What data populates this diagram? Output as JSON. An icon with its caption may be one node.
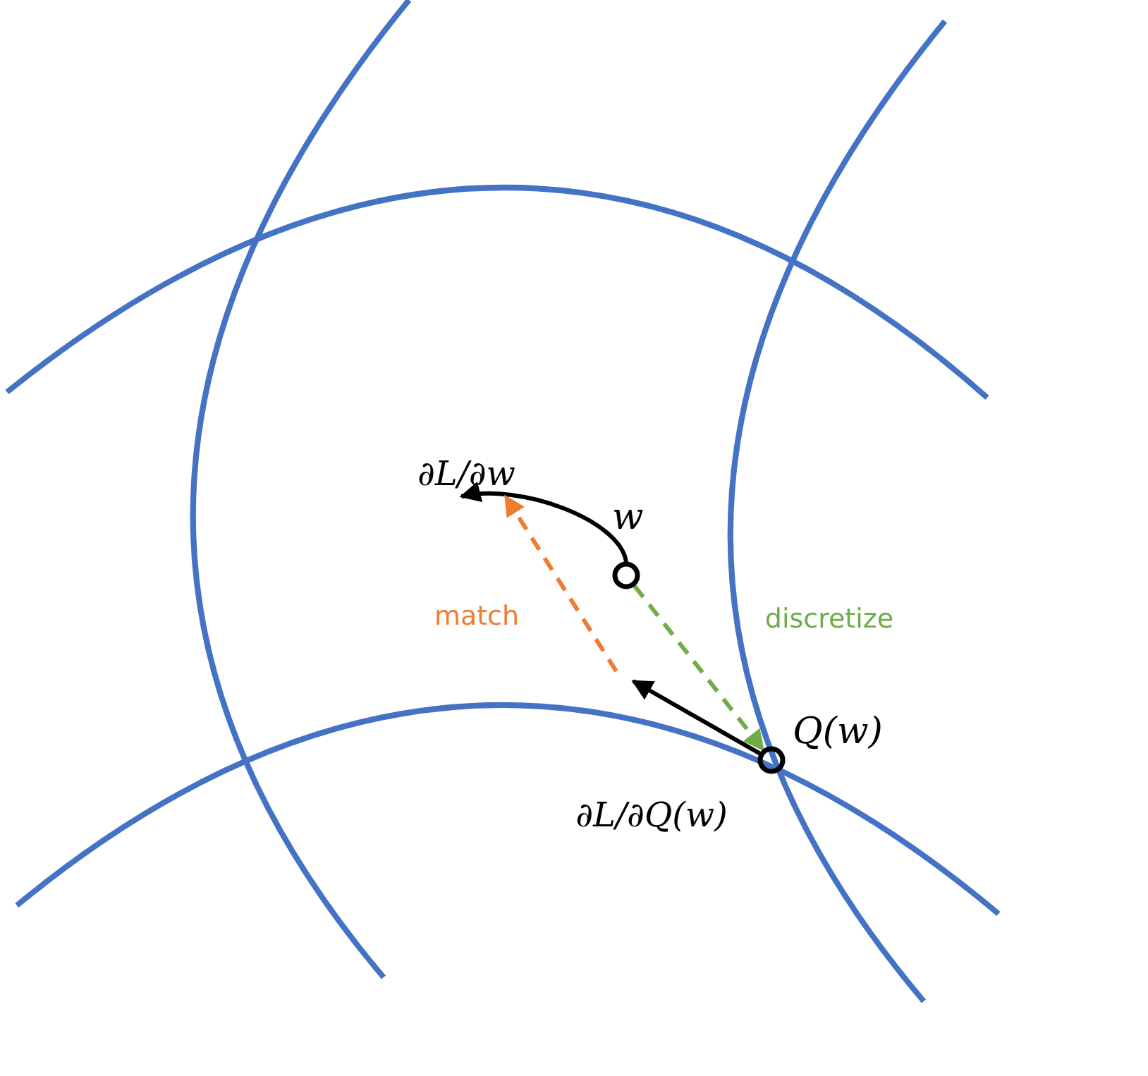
{
  "diagram": {
    "nodes": [
      {
        "text": [
          "w"
        ]
      },
      {
        "text": [
          "Q(w)"
        ]
      },
      {
        "text": [
          "∂L/∂w"
        ]
      }
    ],
    "edges": [
      {
        "from": 0,
        "to": 2,
        "arrow": "to"
      },
      {
        "from": 1,
        "to": null,
        "arrow": "to",
        "label": "∂L/∂Q(w)"
      },
      {
        "from": null,
        "to": 2,
        "arrow": "to",
        "label": "match",
        "style": "dashed",
        "color": "#ed7d31"
      },
      {
        "from": 0,
        "to": 1,
        "arrow": "to",
        "label": "discretize",
        "style": "dashed",
        "color": "#70ad47"
      }
    ]
  }
}
